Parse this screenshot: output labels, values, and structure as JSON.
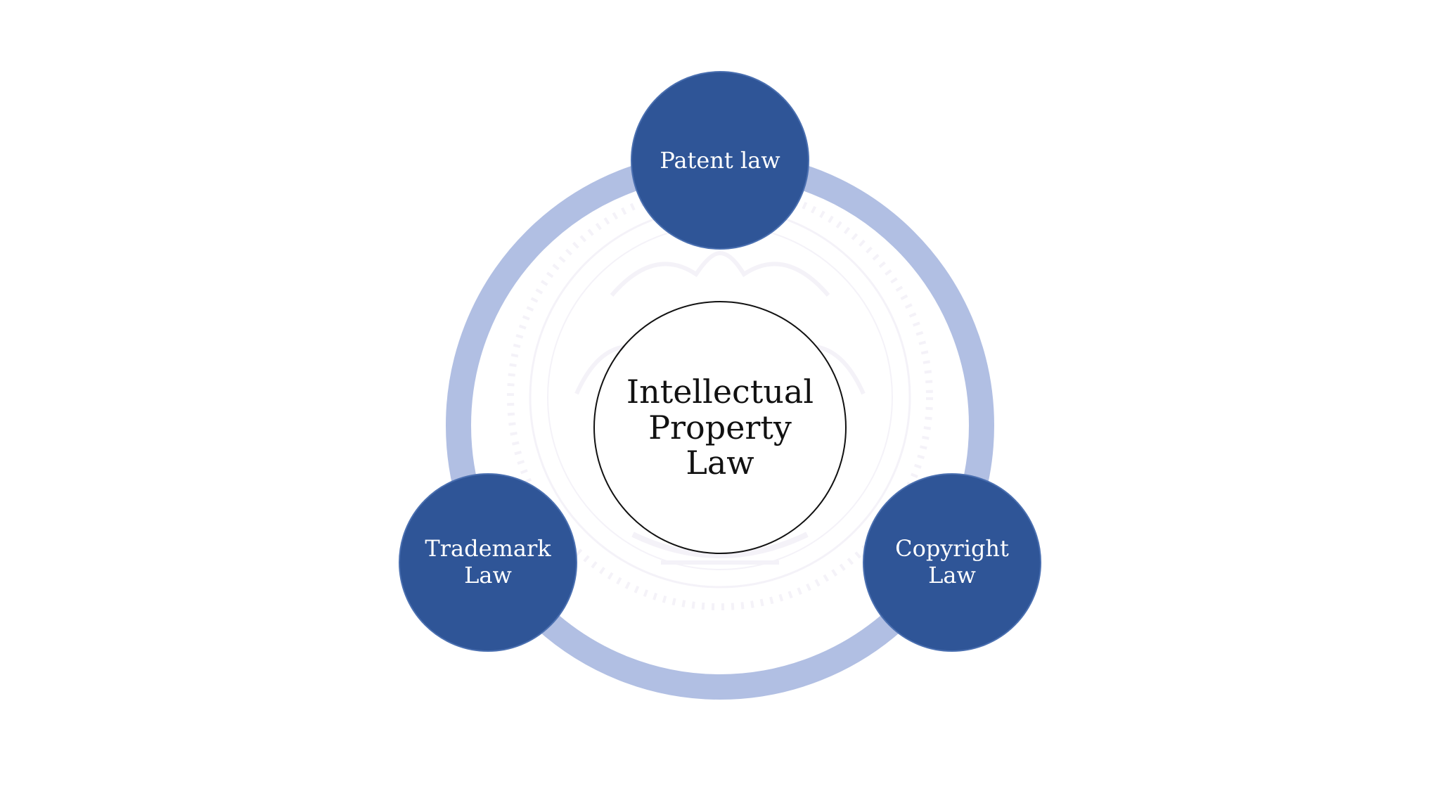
{
  "diagram": {
    "center": {
      "label": "Intellectual\nProperty\nLaw"
    },
    "nodes": [
      {
        "id": "patent",
        "label": "Patent law"
      },
      {
        "id": "trademark",
        "label": "Trademark\nLaw"
      },
      {
        "id": "copyright",
        "label": "Copyright\nLaw"
      }
    ]
  },
  "colors": {
    "background": "#ffffff",
    "ring": "#b1bfe3",
    "node_fill": "#2f5597",
    "node_stroke": "#4a6fb0",
    "node_text": "#ffffff",
    "center_fill": "#ffffff",
    "center_stroke": "#111111",
    "center_text": "#111111",
    "watermark": "#ece8f4"
  },
  "icons": {
    "watermark": "emblem-watermark-icon"
  }
}
